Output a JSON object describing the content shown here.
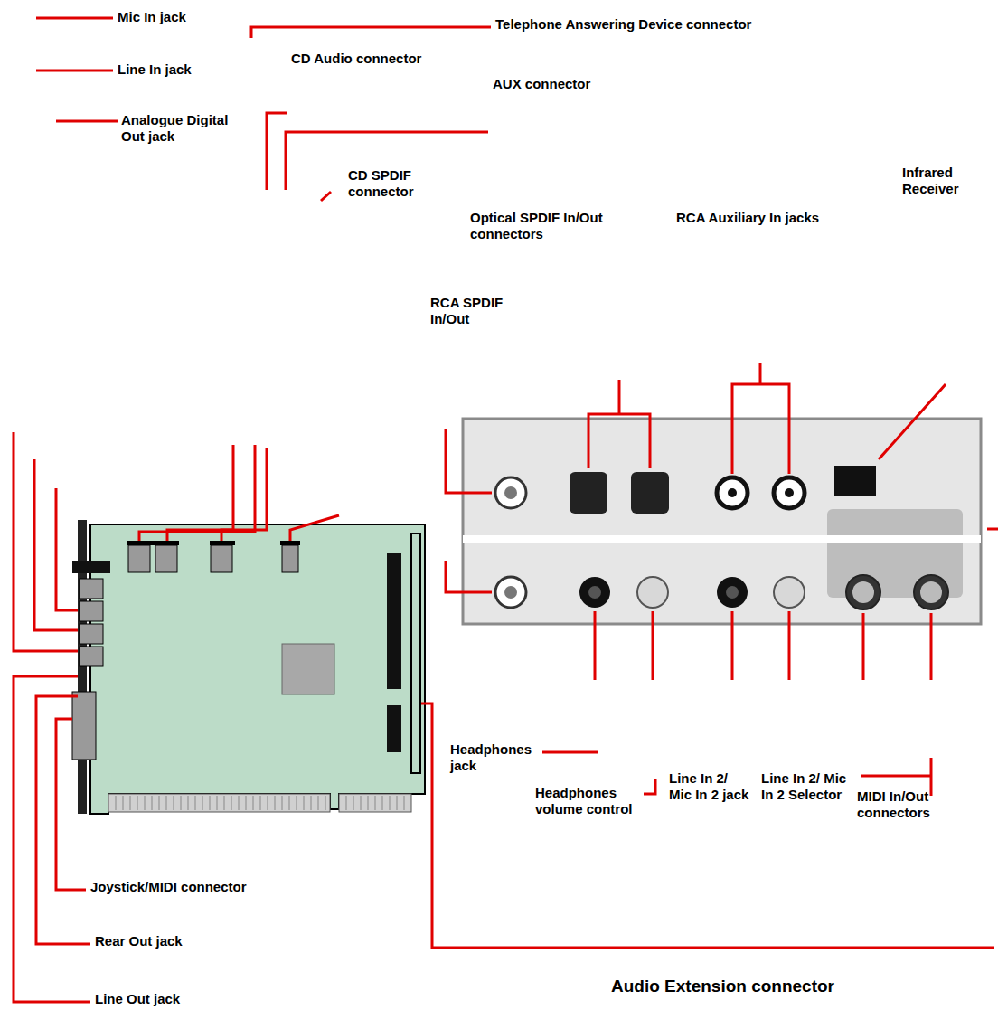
{
  "diagram": {
    "labels": [
      "Mic In jack",
      "Telephone Answering Device connector",
      "CD Audio connector",
      "Line In jack",
      "AUX connector",
      "Analogue Digital Out jack",
      "CD SPDIF connector",
      "Optical SPDIF In/Out connectors",
      "RCA Auxiliary In jacks",
      "Infrared Receiver",
      "RCA SPDIF In/Out",
      "Headphones jack",
      "Headphones volume control",
      "Line In 2/ Mic In 2 jack",
      "Line In 2/ Mic In 2 Selector",
      "MIDI In/Out connectors",
      "Joystick/MIDI connector",
      "Rear Out jack",
      "Line Out jack",
      "Audio Extension connector"
    ]
  }
}
